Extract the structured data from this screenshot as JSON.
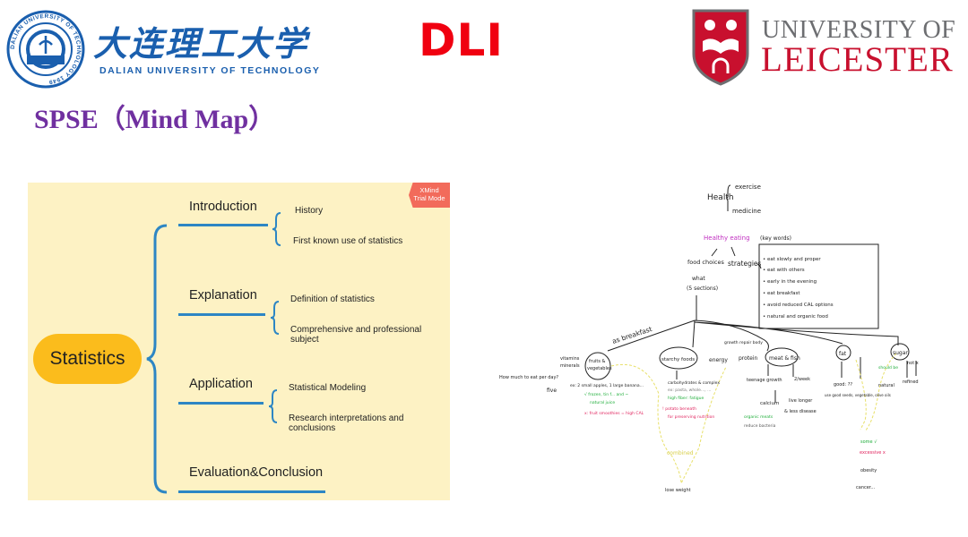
{
  "header": {
    "dut_seal_text": "DALIAN UNIVERSITY OF TECHNOLOGY 1949",
    "dut_name_cn": "大连理工大学",
    "dut_name_en": "DALIAN UNIVERSITY OF TECHNOLOGY",
    "dli_logo": "DLI",
    "leicester_line1": "UNIVERSITY OF",
    "leicester_line2": "LEICESTER"
  },
  "slide_title": "SPSE（Mind Map）",
  "mindmap": {
    "watermark_app": "XMind",
    "watermark_mode": "Trial Mode",
    "root": "Statistics",
    "topics": [
      {
        "label": "Introduction",
        "subs": [
          "History",
          "First known use of statistics"
        ]
      },
      {
        "label": "Explanation",
        "subs": [
          "Definition of statistics",
          "Comprehensive and professional subject"
        ]
      },
      {
        "label": "Application",
        "subs": [
          "Statistical Modeling",
          "Research interpretations and conclusions"
        ]
      },
      {
        "label": "Evaluation&Conclusion",
        "subs": []
      }
    ]
  },
  "handdrawn": {
    "health": "Health",
    "exercise": "exercise",
    "medicine": "medicine",
    "healthy_eating": "Healthy eating",
    "key_words": "(key words)",
    "food_choices": "food choices",
    "strategies": "strategies",
    "what": "what",
    "five_sections": "(5 sections)",
    "strategy_items": [
      "• eat slowly and proper",
      "• eat with others",
      "• early in the evening",
      "• eat breakfast",
      "• avoid reduced CAL options",
      "• natural and organic food"
    ],
    "as_breakfast": "as breakfast",
    "fruits": "fruits &",
    "vegetables": "vegetables",
    "vitamins": "vitamins",
    "minerals": "minerals",
    "how_much": "How much to eat per day?",
    "five": "five",
    "example": "ex: 2 small apples, 1 large banana...",
    "check_note": "√ frozen, tin f... and ~",
    "check_note2": "natural juice",
    "cross_note": "x: fruit smoothies = high CAL",
    "starchy": "starchy foods",
    "energy": "energy",
    "carbs": "carbohydrates & complex",
    "carbs2": "ex: pasta, whole..., ...",
    "high_fiber": "high fiber: fatigue",
    "potato": "! potato beneath",
    "potato2": "for preserving nutrition",
    "combined": "combined",
    "lose_weight": "lose weight",
    "growth": "growth repair body",
    "protein": "protein",
    "meat_fish": "meat & fish",
    "teenage": "teenage growth",
    "calcium": "calcium",
    "organic": "organic meats",
    "reduce": "reduce bacteria",
    "two_week": "2/week",
    "live_longer": "live longer",
    "less_disease": "& less disease",
    "fat": "fat",
    "good": "good: ??",
    "good2": "use good seeds, vegetable, olive oils",
    "some": "some √",
    "excessive": "excessive x",
    "obesity": "obesity",
    "cancer": "cancer...",
    "sugar": "sugar",
    "should_be": "should be",
    "natural": "natural",
    "not": "not x",
    "refined": "refined"
  }
}
